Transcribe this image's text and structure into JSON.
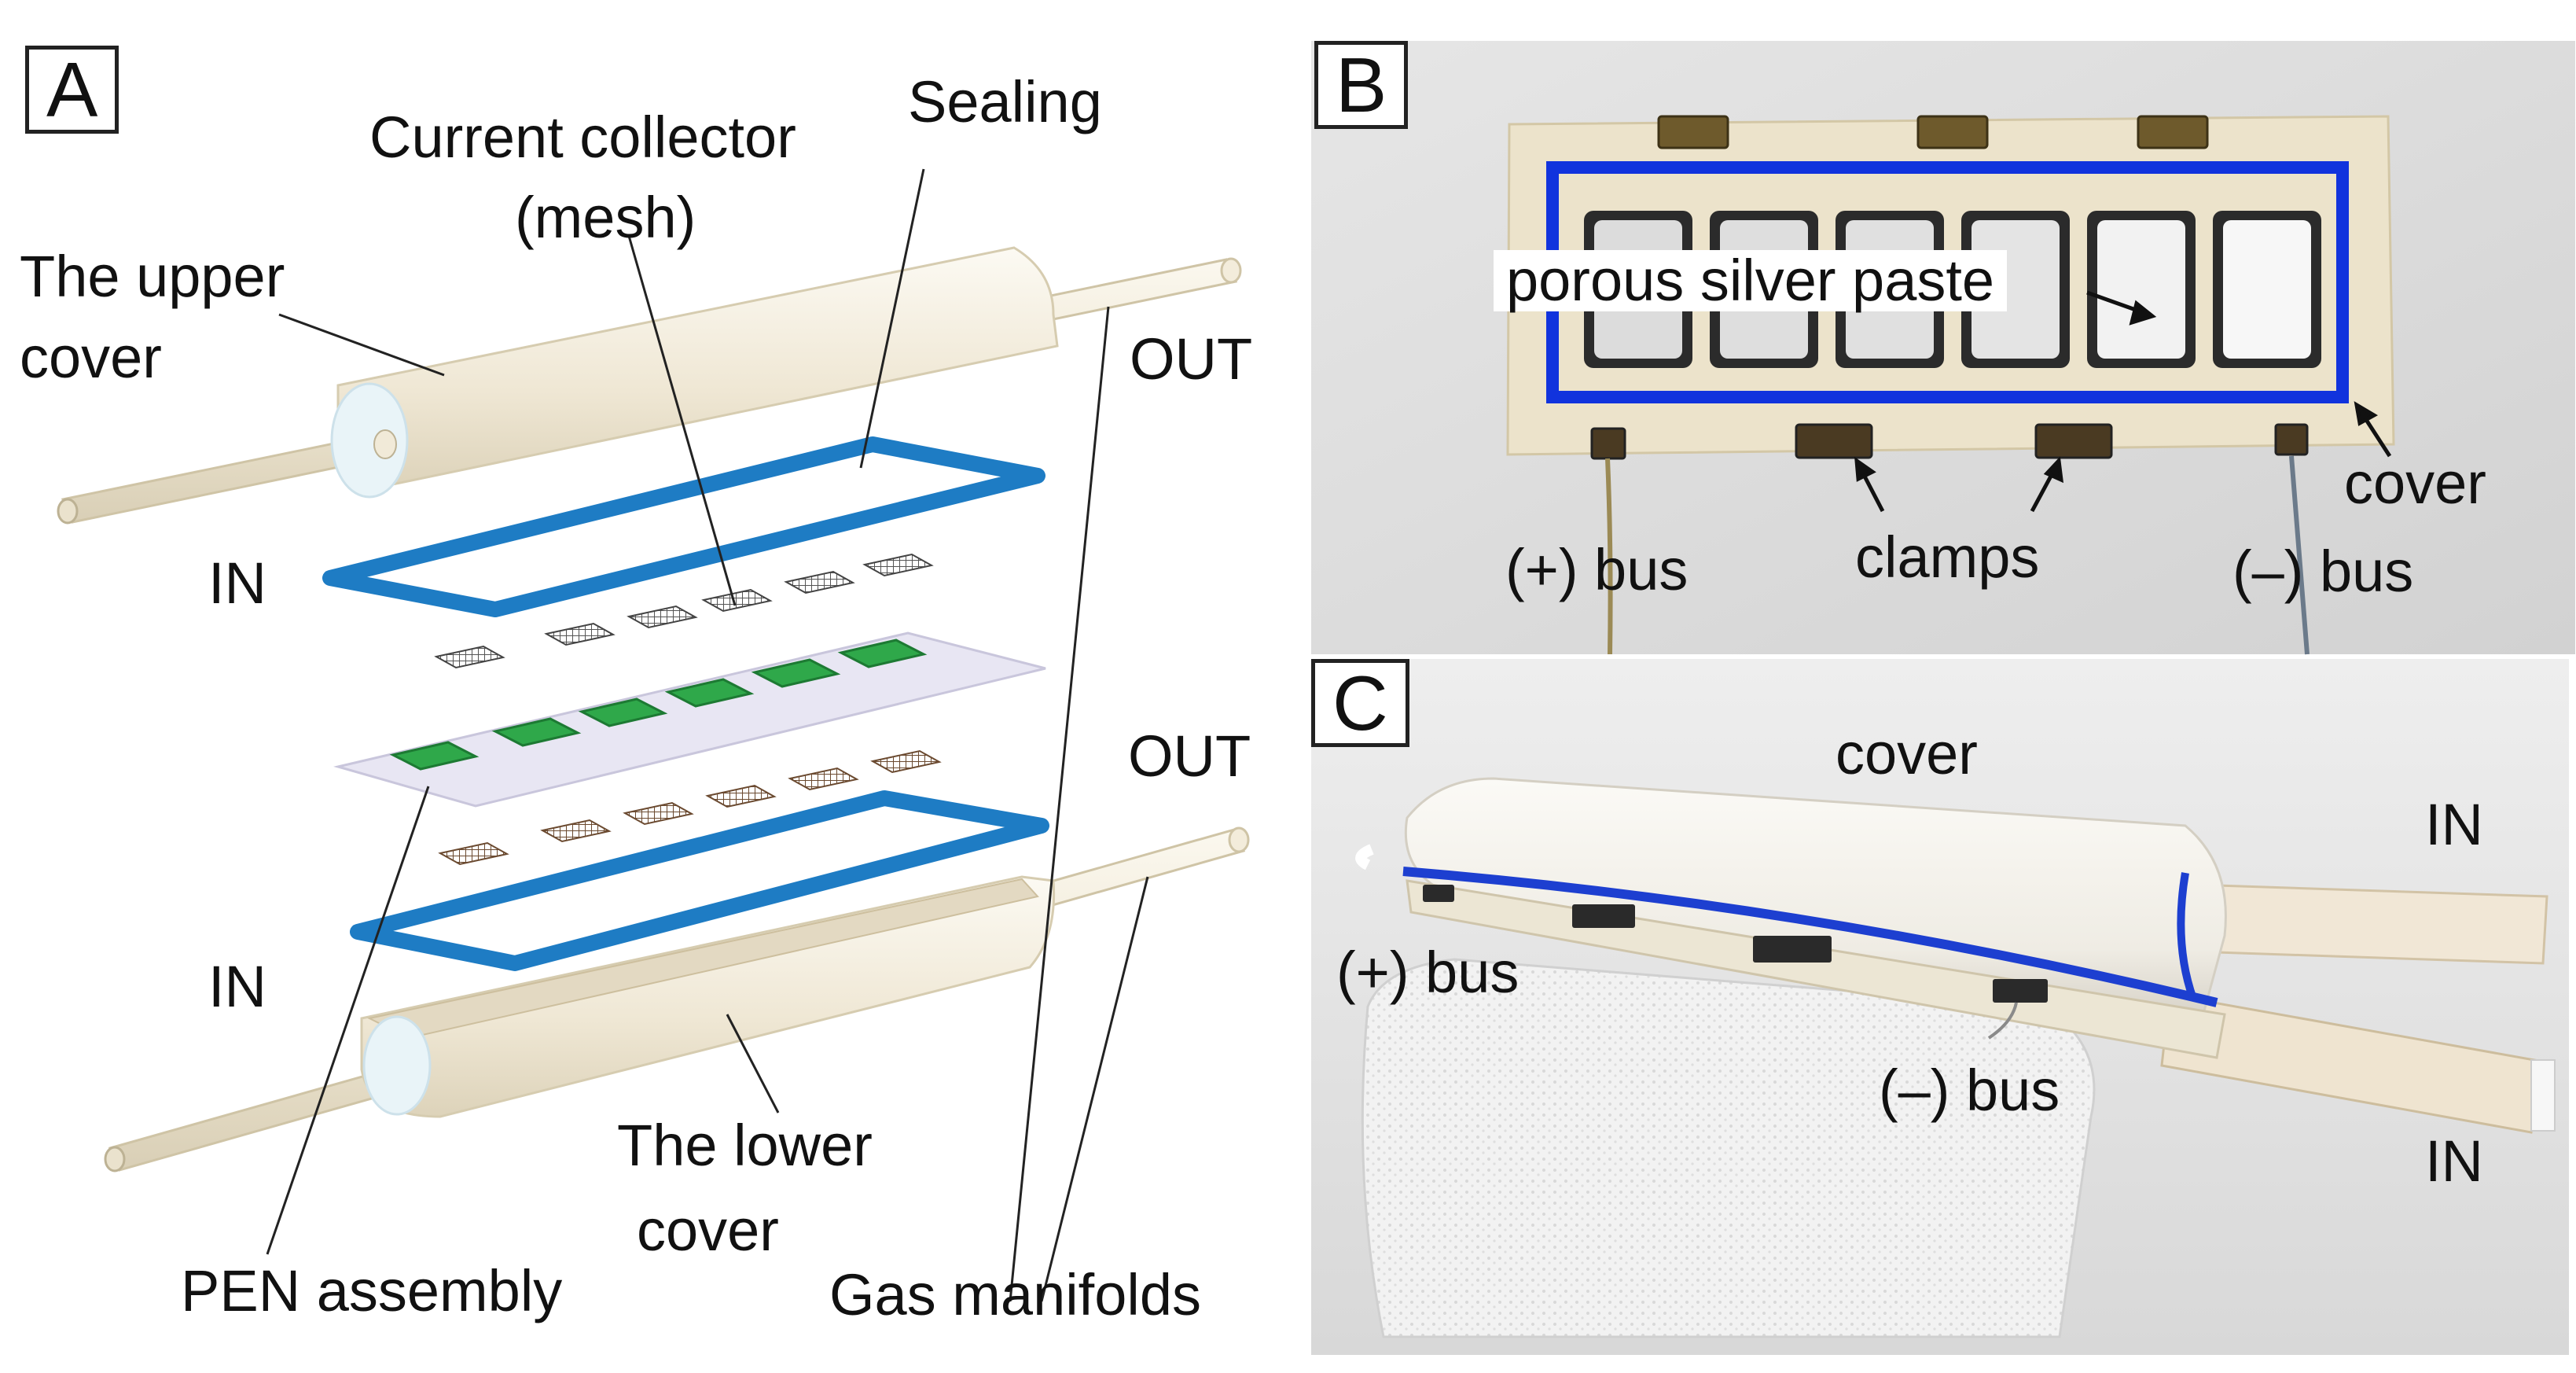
{
  "panel_a": {
    "tag": "A",
    "labels": {
      "current_collector_1": "Current collector",
      "current_collector_2": "(mesh)",
      "sealing": "Sealing",
      "upper_cover_1": "The upper",
      "upper_cover_2": "cover",
      "out_top": "OUT",
      "in_top": "IN",
      "out_bottom": "OUT",
      "in_bottom": "IN",
      "lower_cover_1": "The lower",
      "lower_cover_2": "cover",
      "pen_assembly": "PEN assembly",
      "gas_manifolds": "Gas manifolds"
    }
  },
  "panel_b": {
    "tag": "B",
    "labels": {
      "porous_paste": "porous silver paste",
      "cover": "cover",
      "plus_bus": "(+) bus",
      "clamps": "clamps",
      "minus_bus": "(–) bus"
    }
  },
  "panel_c": {
    "tag": "C",
    "labels": {
      "cover": "cover",
      "in_top": "IN",
      "plus_bus": "(+) bus",
      "minus_bus": "(–) bus",
      "in_bottom": "IN"
    }
  },
  "colors": {
    "sealing_blue": "#1e7cc4",
    "cell_green": "#2fa84a",
    "highlight_blue": "#1133dd",
    "ceramic": "#efe8d6"
  }
}
